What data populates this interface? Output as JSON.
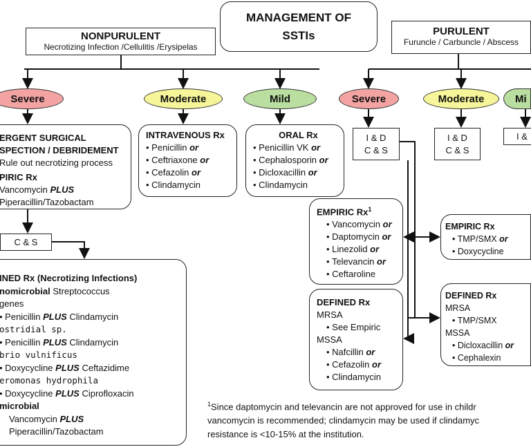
{
  "title": [
    "MANAGEMENT OF",
    "SSTIs"
  ],
  "nonpurulent": {
    "title": "NONPURULENT",
    "subtitle": "Necrotizing Infection /Cellulitis /Erysipelas",
    "severity": [
      "Severe",
      "Moderate",
      "Mild"
    ],
    "severe_box": {
      "line1": "ERGENT SURGICAL",
      "line2": "SPECTION / DEBRIDEMENT",
      "line3": "Rule out necrotizing process",
      "empiric": "PIRIC Rx",
      "drug1": "Vancomycin",
      "plus": "PLUS",
      "drug2": "Piperacillin/Tazobactam"
    },
    "moderate_box": {
      "title": "INTRAVENOUS Rx",
      "items": [
        "Penicillin",
        "Ceftriaxone",
        "Cefazolin",
        "Clindamycin"
      ],
      "or": "or"
    },
    "mild_box": {
      "title": "ORAL Rx",
      "items": [
        "Penicillin VK",
        "Cephalosporin",
        "Dicloxacillin",
        "Clindamycin"
      ],
      "or": "or"
    },
    "cs": "C & S",
    "defined": {
      "title": "INED Rx (Necrotizing Infections)",
      "mono_label": "nomicrobial",
      "strep": "Streptococcus",
      "strep2": "genes",
      "r1": "Penicillin",
      "r1b": "Clindamycin",
      "clos": "ostridial sp.",
      "r2": "Penicillin",
      "r2b": "Clindamycin",
      "vib": "brio vulnificus",
      "r3": "Doxycycline",
      "r3b": "Ceftazidime",
      "aer": "eromonas hydrophila",
      "r4": "Doxycycline",
      "r4b": "Ciprofloxacin",
      "poly": "microbial",
      "r5": "Vancomycin",
      "r5b": "Piperacillin/Tazobactam",
      "plus": "PLUS"
    }
  },
  "purulent": {
    "title": "PURULENT",
    "subtitle": "Furuncle / Carbuncle / Abscess",
    "severity": [
      "Severe",
      "Moderate",
      "Mi"
    ],
    "id": "I & D",
    "cs": "C & S",
    "id_cut": "I &",
    "empiric_left": {
      "title": "EMPIRIC Rx",
      "sup": "1",
      "items": [
        "Vancomycin",
        "Daptomycin",
        "Linezolid",
        "Televancin",
        "Ceftaroline"
      ],
      "or": "or"
    },
    "defined_left": {
      "title": "DEFINED Rx",
      "mrsa": "MRSA",
      "mrsa_items": [
        "See Empiric"
      ],
      "mssa": "MSSA",
      "mssa_items": [
        "Nafcillin",
        "Cefazolin",
        "Clindamycin"
      ],
      "or": "or"
    },
    "empiric_right": {
      "title": "EMPIRIC Rx",
      "items": [
        "TMP/SMX",
        "Doxycycline"
      ],
      "or": "or"
    },
    "defined_right": {
      "title": "DEFINED Rx",
      "mrsa": "MRSA",
      "mrsa_items": [
        "TMP/SMX"
      ],
      "mssa": "MSSA",
      "mssa_items": [
        "Dicloxacillin",
        "Cephalexin"
      ],
      "or": "or"
    }
  },
  "footnote": {
    "sup": "1",
    "lines": [
      "Since daptomycin and televancin are not approved for use in childr",
      "vancomycin is recommended; clindamycin may be used if clindamyc",
      "resistance is <10-15% at the institution."
    ]
  },
  "colors": {
    "severe": "#f4a3a3",
    "moderate": "#f7f59a",
    "mild": "#b9dea0"
  }
}
